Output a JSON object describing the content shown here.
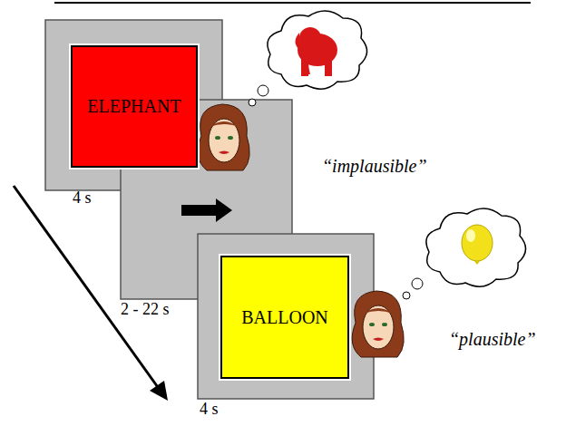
{
  "diagram": {
    "nodes": [
      {
        "text": [
          "ELEPHANT"
        ]
      },
      {
        "text": [
          "BALLOON"
        ]
      }
    ],
    "labels": [
      "4 s",
      "2 - 22 s",
      "4 s",
      "“implausible”",
      "“plausible”"
    ]
  }
}
